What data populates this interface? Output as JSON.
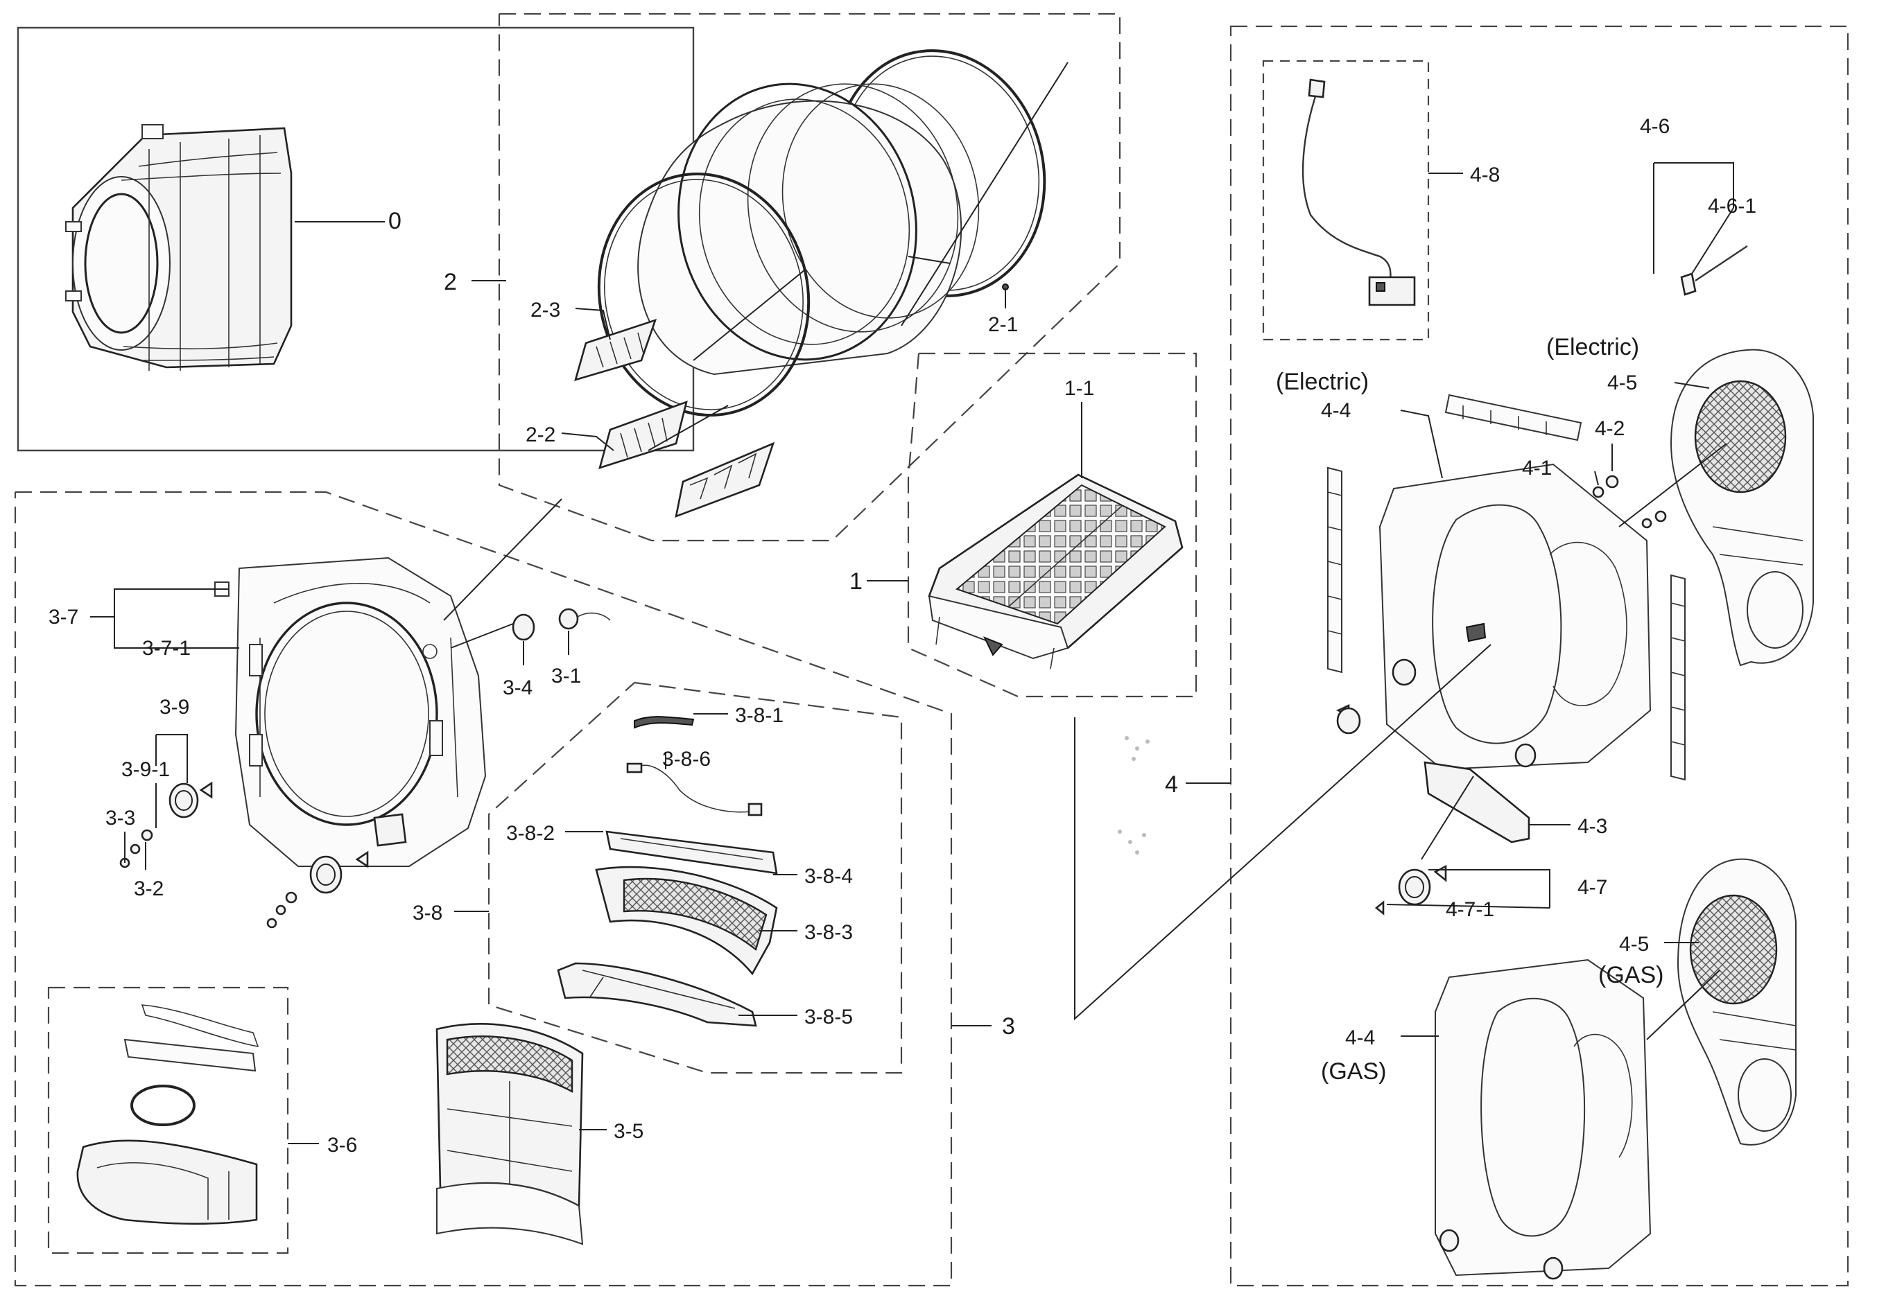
{
  "diagram": {
    "labels": {
      "l0": "0",
      "l1": "1",
      "l1_1": "1-1",
      "l2": "2",
      "l2_1": "2-1",
      "l2_2": "2-2",
      "l2_3": "2-3",
      "l3": "3",
      "l3_1": "3-1",
      "l3_2": "3-2",
      "l3_3": "3-3",
      "l3_4": "3-4",
      "l3_5": "3-5",
      "l3_6": "3-6",
      "l3_7": "3-7",
      "l3_7_1": "3-7-1",
      "l3_8": "3-8",
      "l3_8_1": "3-8-1",
      "l3_8_2": "3-8-2",
      "l3_8_3": "3-8-3",
      "l3_8_4": "3-8-4",
      "l3_8_5": "3-8-5",
      "l3_8_6": "3-8-6",
      "l3_9": "3-9",
      "l3_9_1": "3-9-1",
      "l4": "4",
      "l4_1": "4-1",
      "l4_2": "4-2",
      "l4_3": "4-3",
      "l4_4_e": "4-4",
      "l4_4_g": "4-4",
      "l4_5_e": "4-5",
      "l4_5_g": "4-5",
      "l4_6": "4-6",
      "l4_6_1": "4-6-1",
      "l4_7": "4-7",
      "l4_7_1": "4-7-1",
      "l4_8": "4-8",
      "electric_a": "(Electric)",
      "electric_b": "(Electric)",
      "gas_a": "(GAS)",
      "gas_b": "(GAS)"
    }
  }
}
